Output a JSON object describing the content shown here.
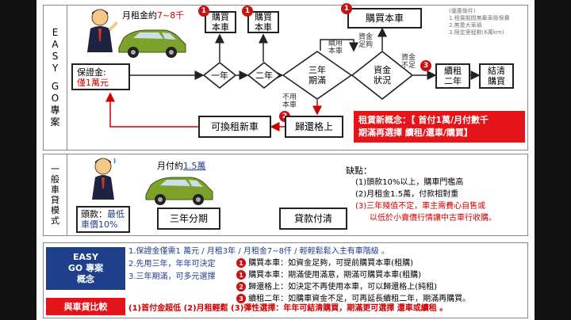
{
  "section1": {
    "side_chars": [
      "E",
      "A",
      "S",
      "Y",
      "",
      "G",
      "O",
      "專",
      "案"
    ],
    "rent_label": "月租金約",
    "rent_value": "7~8千",
    "deposit_line1": "保證金:",
    "deposit_line2": "僅1萬元",
    "year1": "一年",
    "year2": "二年",
    "buy1": "購買\n本車",
    "buy2": "購買\n本車",
    "three_year": "三年\n期滿",
    "continue_label": "續用\n本車",
    "fund_status": "資金\n狀況",
    "fund_enough": "資金\n足夠",
    "fund_short": "資金\n不足",
    "buy_car": "購買本車",
    "renew_two": "續租\n二年",
    "pay_off": "結清\n購買",
    "not_continue": "不用\n本車",
    "return_car": "歸還格上",
    "swap_car": "可換租新車",
    "note_title": "(優惠條件)",
    "note_items": [
      "1.租賃期間無牽車險保費",
      "2.無重大車禍",
      "3.限定里程數(6萬km)"
    ],
    "concept_line1": "租賃新概念：【 首付1萬/月付數千",
    "concept_line2": "期滿再選擇 續租/還車/購買】"
  },
  "section2": {
    "side_chars": [
      "一",
      "般",
      "車",
      "貸",
      "模",
      "式"
    ],
    "monthly_label": "月付約",
    "monthly_value": "1.5萬",
    "down_line1_a": "頭款：",
    "down_line1_b": "最低",
    "down_line2": "車價10%",
    "three_year_loan": "三年分期",
    "loan_paid": "貸款付清",
    "cons_title": "缺點：",
    "cons": [
      "(1)頭款10%以上，購車門檻高",
      "(2)月租金1.5萬，付款相對重",
      "(3)三年殘值不定，車主需費心自售或",
      "以低於小賣價行情讓中古車行收購。"
    ]
  },
  "section3": {
    "title_lines": [
      "EASY",
      "GO 專案",
      "概念"
    ],
    "compare_label": "與車貸比較",
    "points": [
      "1.保證金僅需1 萬元 / 月租3年 / 月租金7~8仟 / 輕輕鬆鬆入主有車階級 。",
      "2.先用三年，年年可決定",
      "3.三年期滿，可多元選擇"
    ],
    "options": [
      {
        "num": "1",
        "text": "購買本車：如資金足夠，可提前購買本車(租購)"
      },
      {
        "num": "1",
        "text": "購買本車：期滿使用滿意，期滿可購買本車(租購)"
      },
      {
        "num": "2",
        "text": "歸還格上：如決定不再使用本車，可以歸還格上(純租)"
      },
      {
        "num": "3",
        "text": "續租二年：如購車資金不足，可再延長續租二年，期滿再購買。"
      }
    ],
    "compare_text": "(1)首付金超低 (2)月租輕鬆 (3)彈性選擇：年年可結清購買，期滿更可選擇 還車或續租 。"
  },
  "badges": [
    "1",
    "1",
    "1",
    "2",
    "3"
  ],
  "colors": {
    "accent_red": "#d00000",
    "navy": "#1f3f8a",
    "badge_red": "#cc1111"
  }
}
